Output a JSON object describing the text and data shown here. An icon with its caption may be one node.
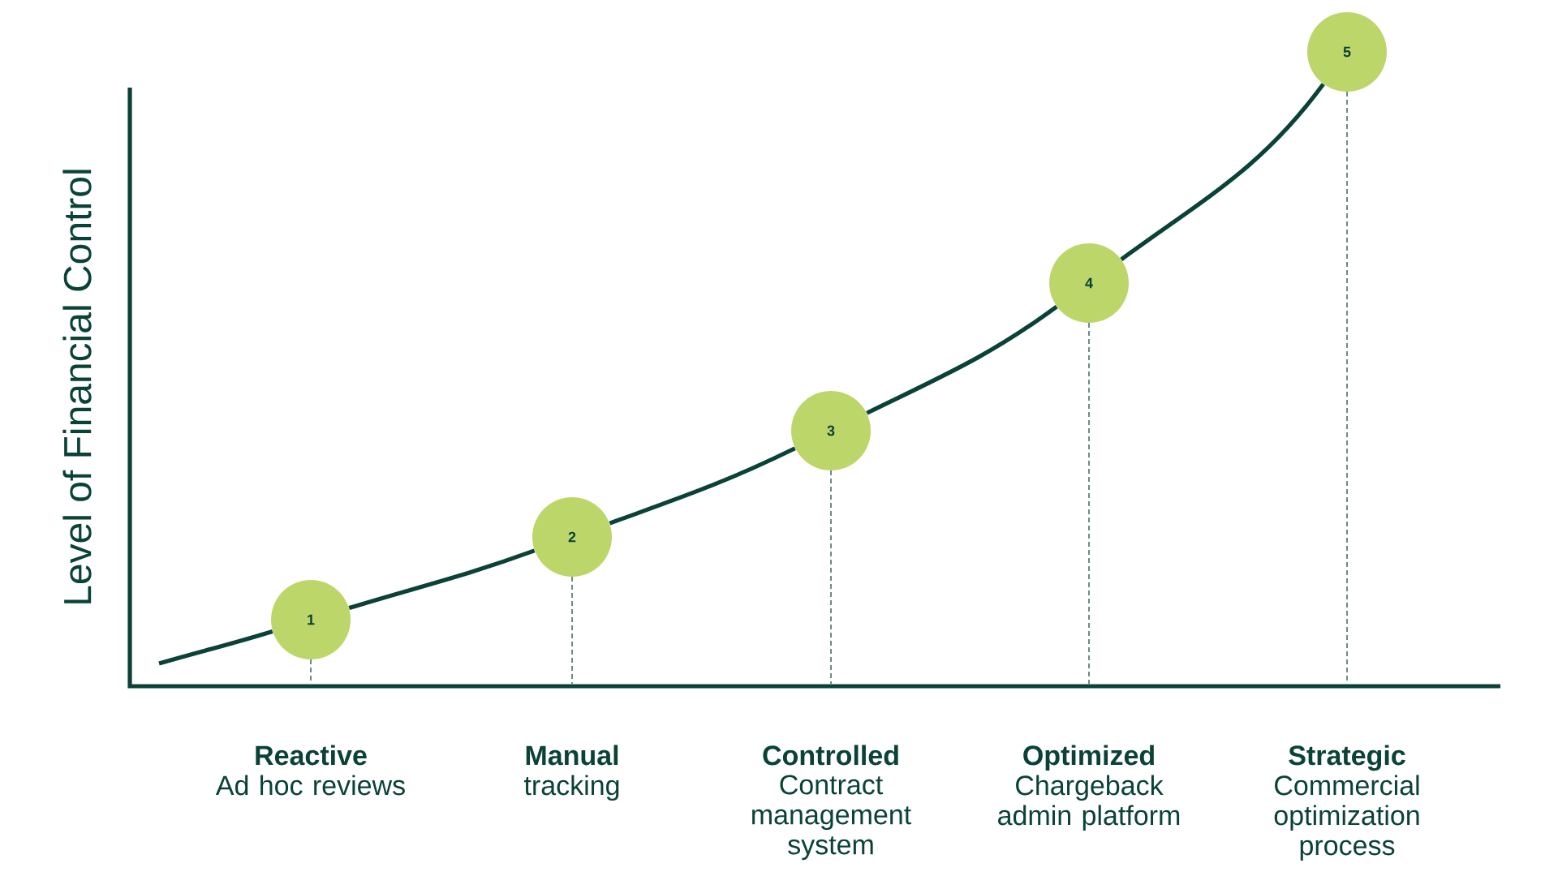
{
  "diagram": {
    "nodes": [
      {
        "text": [
          "1"
        ],
        "beside": [
          "Reactive",
          "Ad hoc reviews"
        ]
      },
      {
        "text": [
          "2"
        ],
        "beside": [
          "Manual",
          "tracking"
        ]
      },
      {
        "text": [
          "3"
        ],
        "beside": [
          "Controlled",
          "Contract management system"
        ]
      },
      {
        "text": [
          "4"
        ],
        "beside": [
          "Optimized",
          "Chargeback admin platform"
        ]
      },
      {
        "text": [
          "5"
        ],
        "beside": [
          "Strategic",
          "Commercial optimization process"
        ]
      }
    ],
    "edges": [
      {
        "from": null,
        "to": 0,
        "arrow": "none"
      },
      {
        "from": 0,
        "to": 1,
        "arrow": "none"
      },
      {
        "from": 1,
        "to": 2,
        "arrow": "none"
      },
      {
        "from": 2,
        "to": 3,
        "arrow": "none"
      },
      {
        "from": 3,
        "to": 4,
        "arrow": "none"
      }
    ],
    "labels": [
      "Level of Financial Control"
    ]
  }
}
